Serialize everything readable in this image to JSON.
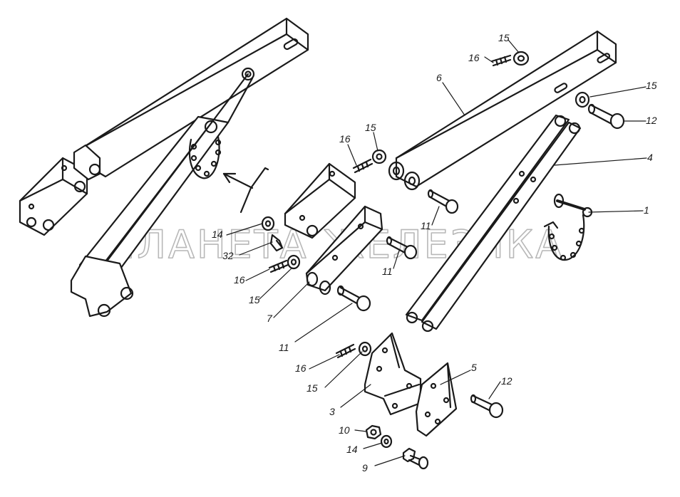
{
  "watermark": "ПЛАНЕТА ЖЕЛЕЗЯКА",
  "colors": {
    "ink": "#1a1a1a",
    "paper": "#ffffff",
    "watermark": "#b8b8b8"
  },
  "callouts": {
    "c15_top": "15",
    "c16_top": "16",
    "c6": "6",
    "c15_right": "15",
    "c12_right": "12",
    "c4": "4",
    "c1": "1",
    "c16_mid": "16",
    "c15_mid": "15",
    "c11_a": "11",
    "c11_b": "11",
    "c14_left": "14",
    "c32": "32",
    "c16_left": "16",
    "c15_left": "15",
    "c7": "7",
    "c11_c": "11",
    "c16_low": "16",
    "c15_low": "15",
    "c3": "3",
    "c5": "5",
    "c12_low": "12",
    "c10": "10",
    "c14_low": "14",
    "c9": "9"
  }
}
